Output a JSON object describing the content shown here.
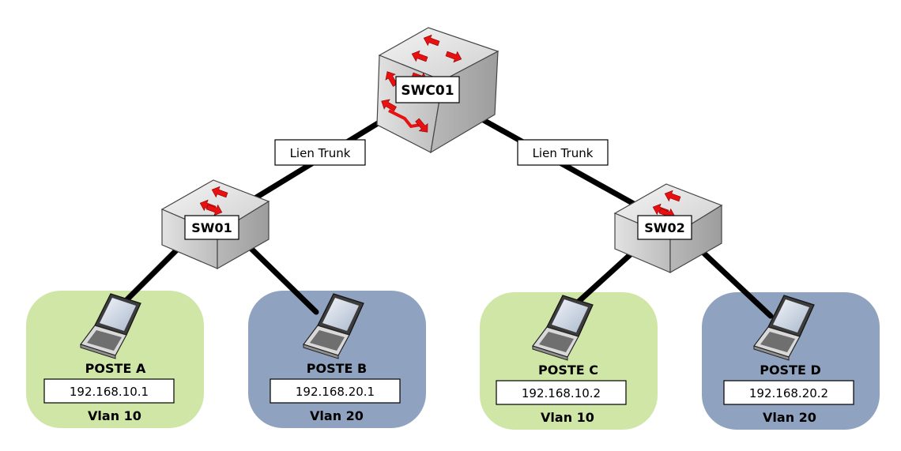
{
  "core_switch": {
    "name": "SWC01"
  },
  "access_switches": [
    {
      "name": "SW01"
    },
    {
      "name": "SW02"
    }
  ],
  "trunk_links": [
    {
      "label": "Lien Trunk"
    },
    {
      "label": "Lien Trunk"
    }
  ],
  "hosts": [
    {
      "name": "POSTE A",
      "ip": "192.168.10.1",
      "vlan": "Vlan 10"
    },
    {
      "name": "POSTE B",
      "ip": "192.168.20.1",
      "vlan": "Vlan 20"
    },
    {
      "name": "POSTE C",
      "ip": "192.168.10.2",
      "vlan": "Vlan 10"
    },
    {
      "name": "POSTE D",
      "ip": "192.168.20.2",
      "vlan": "Vlan 20"
    }
  ],
  "colors": {
    "vlan10_zone": "#cfe6a6",
    "vlan20_zone": "#8fa2bf",
    "arrow": "#e81010",
    "link": "#000000"
  }
}
